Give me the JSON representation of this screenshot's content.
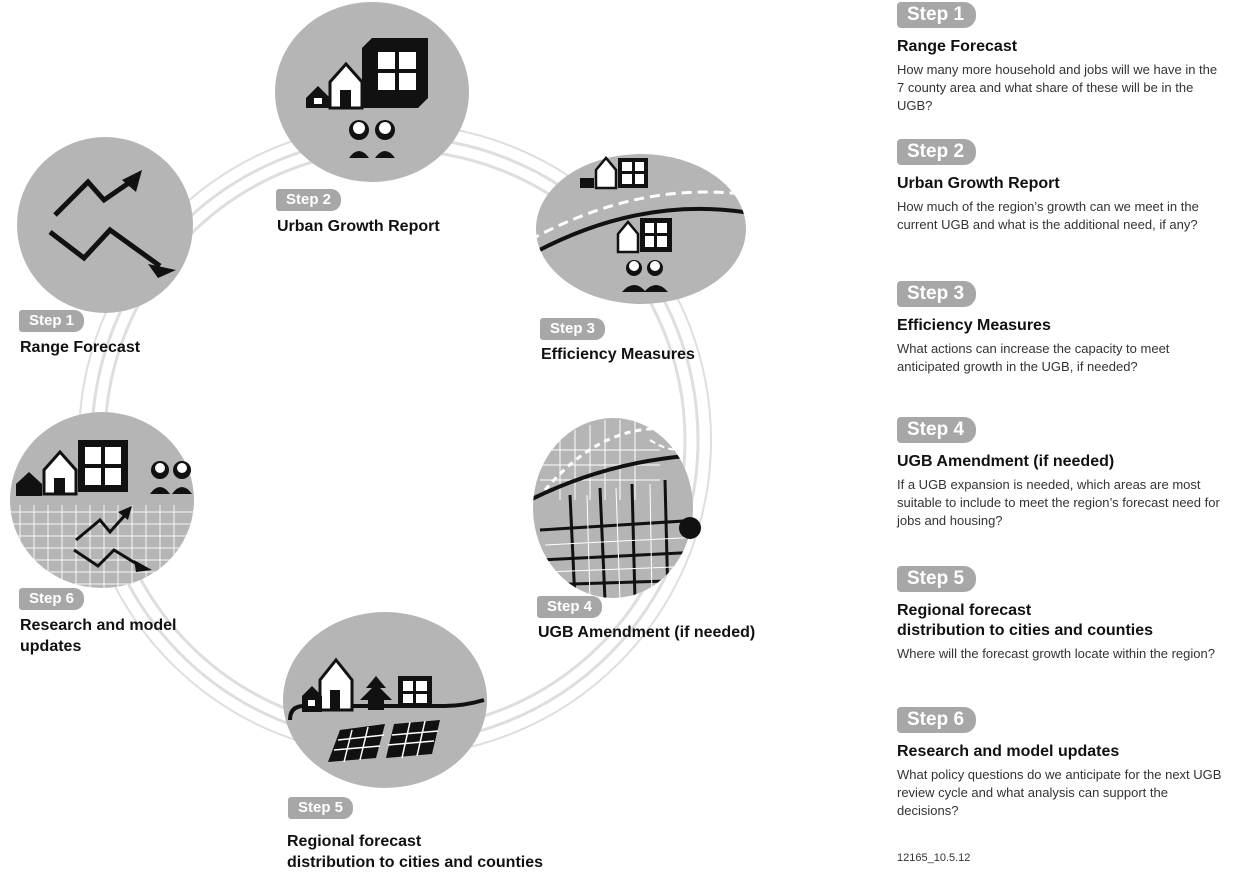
{
  "diagram": {
    "nodes": [
      {
        "id": "step1",
        "badge": "Step 1",
        "label": [
          "Range Forecast"
        ]
      },
      {
        "id": "step2",
        "badge": "Step 2",
        "label": [
          "Urban Growth Report"
        ]
      },
      {
        "id": "step3",
        "badge": "Step 3",
        "label": [
          "Efficiency Measures"
        ]
      },
      {
        "id": "step4",
        "badge": "Step 4",
        "label": [
          "UGB Amendment (if needed)"
        ]
      },
      {
        "id": "step5",
        "badge": "Step 5",
        "label": [
          "Regional forecast",
          "distribution to cities and counties"
        ]
      },
      {
        "id": "step6",
        "badge": "Step 6",
        "label": [
          "Research and model",
          "updates"
        ]
      }
    ],
    "cycle_order": [
      "step1",
      "step2",
      "step3",
      "step4",
      "step5",
      "step6"
    ]
  },
  "panel": {
    "steps": [
      {
        "badge": "Step 1",
        "title": [
          "Range Forecast"
        ],
        "desc": "How many more household and jobs will we have in the 7 county area and what share of these will be in the UGB?"
      },
      {
        "badge": "Step 2",
        "title": [
          "Urban Growth Report"
        ],
        "desc": "How much of the region’s growth can we meet in the current UGB and what is the additional need, if any?"
      },
      {
        "badge": "Step 3",
        "title": [
          "Efficiency Measures"
        ],
        "desc": "What actions can increase the capacity to meet anticipated growth in the UGB, if needed?"
      },
      {
        "badge": "Step 4",
        "title": [
          "UGB Amendment (if needed)"
        ],
        "desc": "If a UGB expansion is needed, which areas are most suitable to include to meet the region’s forecast need for jobs and housing?"
      },
      {
        "badge": "Step 5",
        "title": [
          "Regional forecast",
          "distribution to cities and counties"
        ],
        "desc": "Where will the forecast growth locate within the region?"
      },
      {
        "badge": "Step 6",
        "title": [
          "Research and model updates"
        ],
        "desc": "What policy questions do we anticipate for the next UGB review cycle and what analysis can support the decisions?"
      }
    ]
  },
  "doc_code": "12165_10.5.12",
  "colors": {
    "circle": "#b5b5b5",
    "badge": "#a7a7a7",
    "ring": "#dedede",
    "ink": "#111111"
  }
}
